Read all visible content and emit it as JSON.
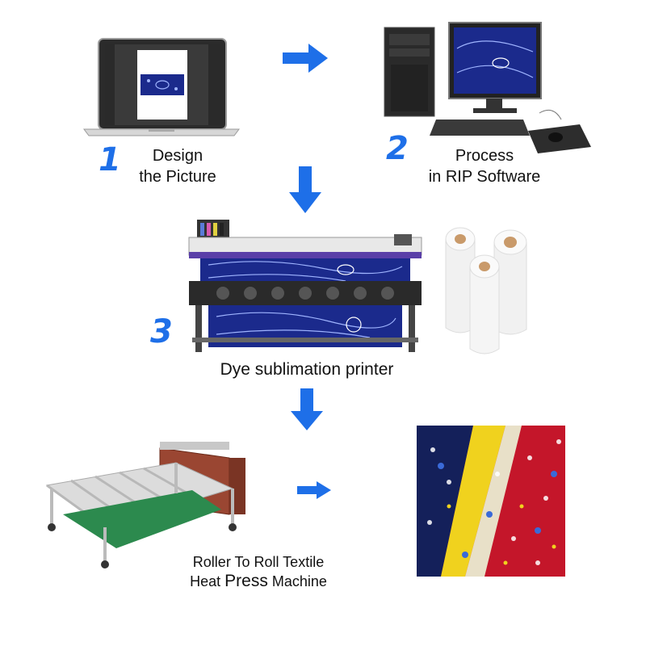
{
  "steps": [
    {
      "number": "1",
      "line1": "Design",
      "line2": "the Picture"
    },
    {
      "number": "2",
      "line1": "Process",
      "line2": "in RIP Software"
    },
    {
      "number": "3",
      "line1": "Dye sublimation printer"
    }
  ],
  "step4": {
    "line1": "Roller To Roll Textile",
    "line2_a": "Heat",
    "line2_b": "Press",
    "line2_c": "Machine"
  },
  "colors": {
    "arrow": "#1e6fe8",
    "number": "#1e6fe8",
    "pattern": "#1b2a8c"
  }
}
